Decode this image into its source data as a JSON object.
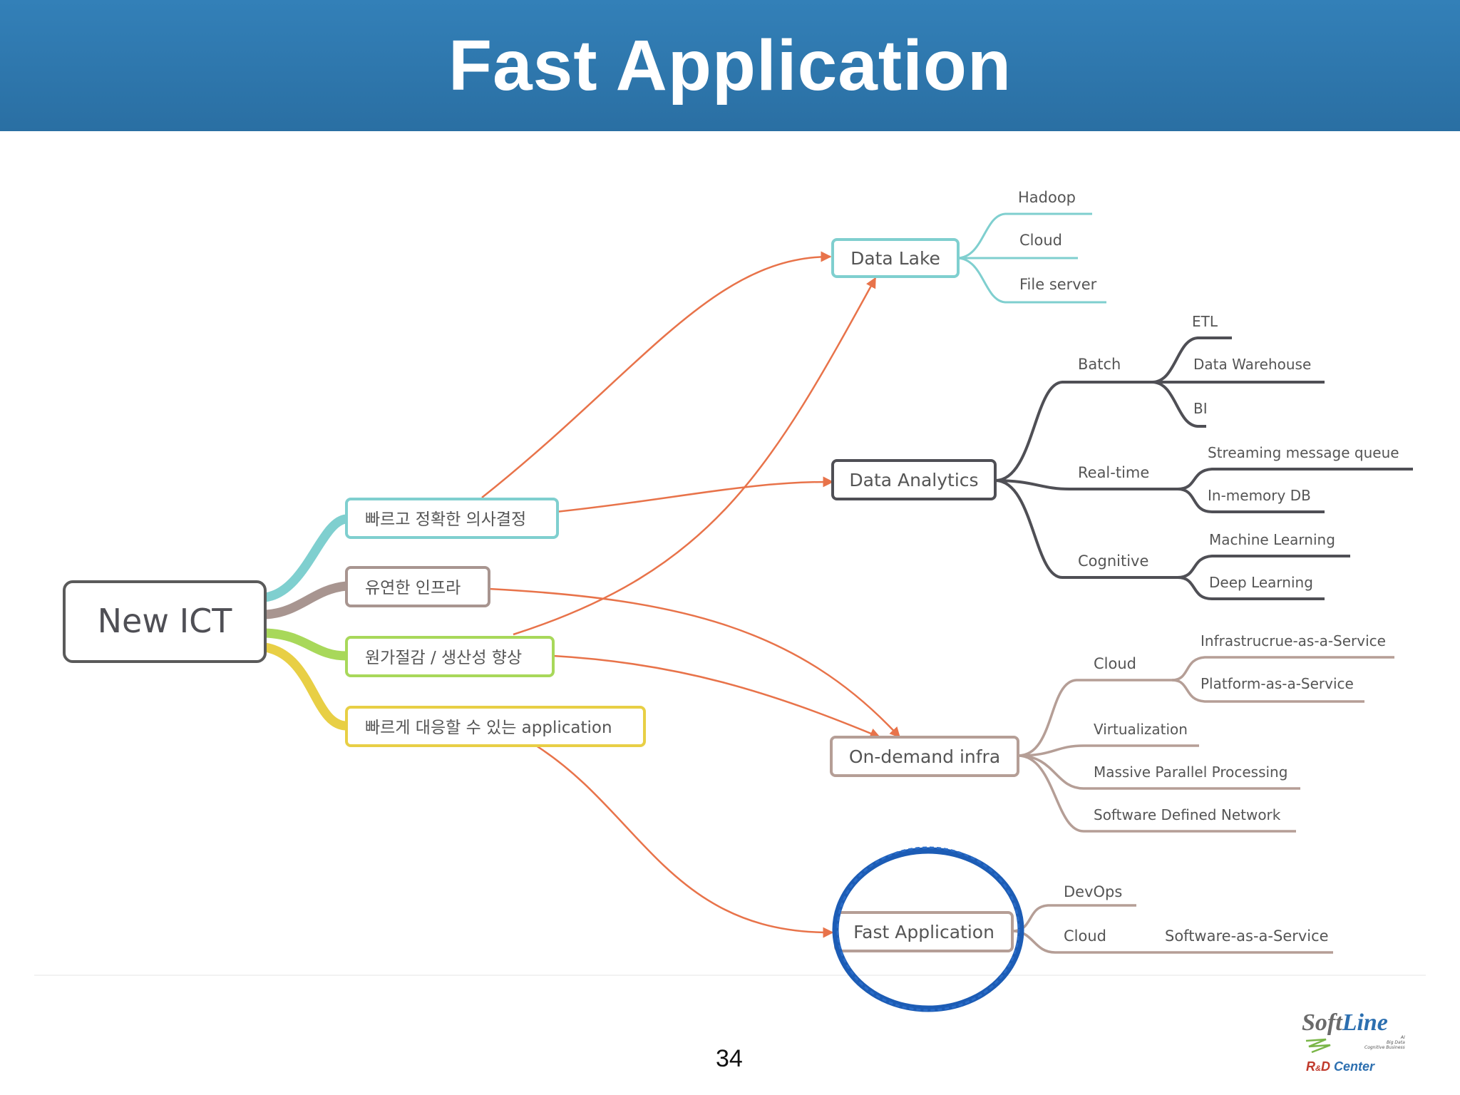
{
  "slide": {
    "title": "Fast Application",
    "page_number": "34"
  },
  "mindmap": {
    "root": "New ICT",
    "goals": [
      "빠르고 정확한 의사결정",
      "유연한 인프라",
      "원가절감 / 생산성 향상",
      "빠르게 대응할 수 있는 application"
    ],
    "branches": {
      "data_lake": {
        "label": "Data Lake",
        "children": [
          "Hadoop",
          "Cloud",
          "File server"
        ]
      },
      "data_analytics": {
        "label": "Data Analytics",
        "batch": {
          "label": "Batch",
          "children": [
            "ETL",
            "Data Warehouse",
            "BI"
          ]
        },
        "realtime": {
          "label": "Real-time",
          "children": [
            "Streaming message queue",
            "In-memory DB"
          ]
        },
        "cognitive": {
          "label": "Cognitive",
          "children": [
            "Machine Learning",
            "Deep Learning"
          ]
        }
      },
      "on_demand": {
        "label": "On-demand infra",
        "cloud": {
          "label": "Cloud",
          "children": [
            "Infrastrucrue-as-a-Service",
            "Platform-as-a-Service"
          ]
        },
        "children": [
          "Virtualization",
          "Massive Parallel Processing",
          "Software Defined Network"
        ]
      },
      "fast_app": {
        "label": "Fast Application",
        "devops": "DevOps",
        "cloud": "Cloud",
        "saas": "Software-as-a-Service"
      }
    }
  },
  "logo": {
    "soft": "Soft",
    "line": "Line",
    "tag1": "AI",
    "tag2": "Big Data",
    "tag3": "Cognitive Business",
    "r": "R",
    "amp": "&",
    "d": "D",
    "center": "Center"
  },
  "colors": {
    "header_blue": "#2f77ad",
    "teal": "#7fcfcf",
    "taupe": "#a89590",
    "green": "#a8d85a",
    "yellow": "#e8cf45",
    "arrow_orange": "#e8734a",
    "dark_node": "#4f4f55",
    "tan": "#b59e96",
    "circle_blue": "#1c5cb5"
  }
}
